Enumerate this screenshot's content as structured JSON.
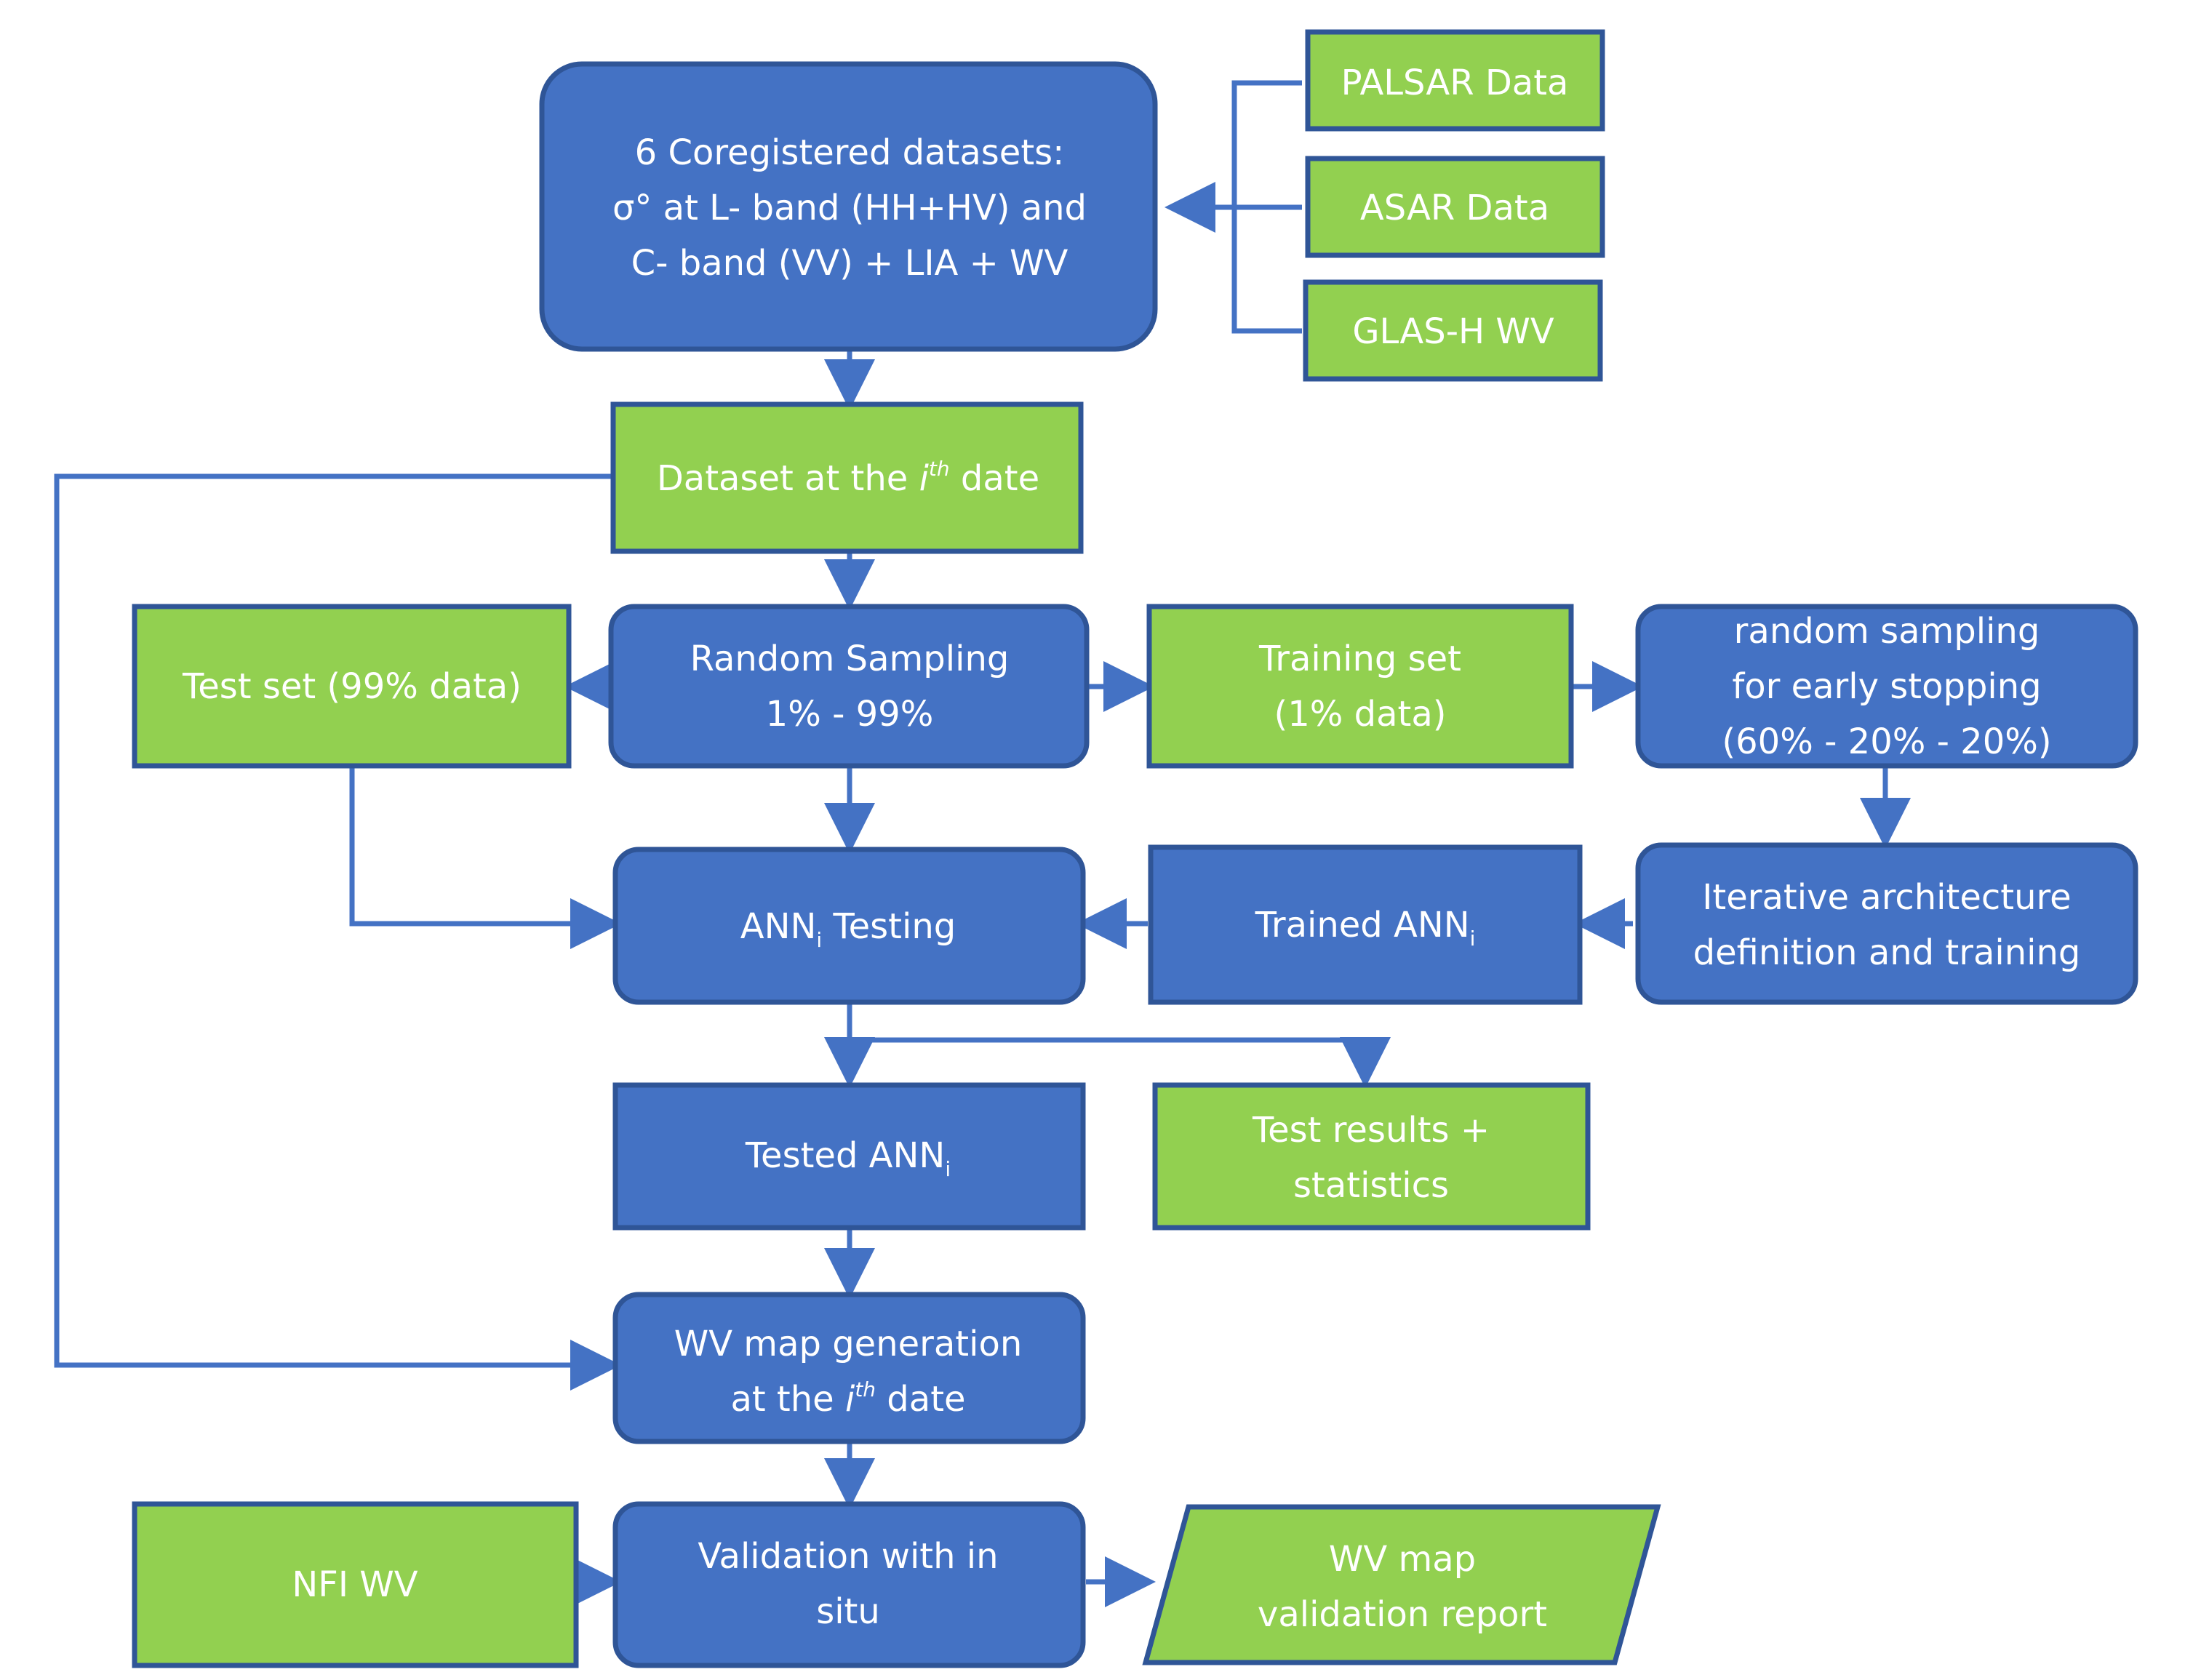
{
  "colors": {
    "blue_fill": "#4472c4",
    "blue_stroke": "#2f5597",
    "green_fill": "#92d050",
    "green_stroke": "#2f5597",
    "arrow": "#4472c4",
    "text": "#ffffff"
  },
  "nodes": {
    "palsar": {
      "label": "PALSAR Data"
    },
    "asar": {
      "label": "ASAR Data"
    },
    "glas": {
      "label": "GLAS-H WV"
    },
    "coregistered": {
      "line1": "6 Coregistered datasets:",
      "line2": "σ° at L- band (HH+HV) and",
      "line3": "C- band (VV) + LIA + WV"
    },
    "dataset_date": {
      "pre": "Dataset at the ",
      "var": "i",
      "sup": "th",
      "post": " date"
    },
    "test_set": {
      "label": "Test set (99% data)"
    },
    "random_sampling": {
      "line1": "Random Sampling",
      "line2": "1% - 99%"
    },
    "training_set": {
      "line1": "Training set",
      "line2": "(1% data)"
    },
    "early_stopping": {
      "line1": "random sampling",
      "line2": "for early stopping",
      "line3": "(60% - 20% - 20%)"
    },
    "ann_testing": {
      "pre": "ANN",
      "sub": "i",
      "post": " Testing"
    },
    "trained_ann": {
      "pre": "Trained ANN",
      "sub": "i"
    },
    "iterative": {
      "line1": "Iterative architecture",
      "line2": "definition and training"
    },
    "tested_ann": {
      "pre": "Tested ANN",
      "sub": "i"
    },
    "test_results": {
      "line1": "Test results +",
      "line2": "statistics"
    },
    "wv_map": {
      "line1": "WV map generation",
      "pre": "at the ",
      "var": "i",
      "sup": "th",
      "post": " date"
    },
    "nfi": {
      "label": "NFI WV"
    },
    "validation": {
      "line1": "Validation with in",
      "line2": "situ"
    },
    "report": {
      "line1": "WV map",
      "line2": "validation report"
    }
  }
}
